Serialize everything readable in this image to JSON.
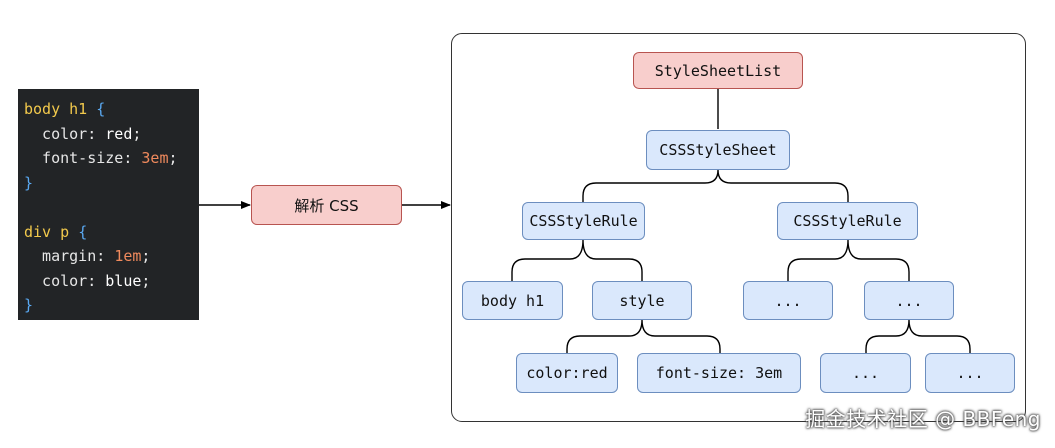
{
  "code": {
    "lines": [
      [
        {
          "t": "body h1 ",
          "c": "sel"
        },
        {
          "t": "{",
          "c": "brace"
        }
      ],
      [
        {
          "t": "  color",
          "c": "prop"
        },
        {
          "t": ": ",
          "c": "punc"
        },
        {
          "t": "red",
          "c": "val"
        },
        {
          "t": ";",
          "c": "punc"
        }
      ],
      [
        {
          "t": "  font-size",
          "c": "prop"
        },
        {
          "t": ": ",
          "c": "punc"
        },
        {
          "t": "3em",
          "c": "num"
        },
        {
          "t": ";",
          "c": "punc"
        }
      ],
      [
        {
          "t": "}",
          "c": "brace"
        }
      ],
      [],
      [
        {
          "t": "div p ",
          "c": "sel"
        },
        {
          "t": "{",
          "c": "brace"
        }
      ],
      [
        {
          "t": "  margin",
          "c": "prop"
        },
        {
          "t": ": ",
          "c": "punc"
        },
        {
          "t": "1em",
          "c": "num"
        },
        {
          "t": ";",
          "c": "punc"
        }
      ],
      [
        {
          "t": "  color",
          "c": "prop"
        },
        {
          "t": ": ",
          "c": "punc"
        },
        {
          "t": "blue",
          "c": "val"
        },
        {
          "t": ";",
          "c": "punc"
        }
      ],
      [
        {
          "t": "}",
          "c": "brace"
        }
      ]
    ]
  },
  "parse": {
    "label": "解析 CSS"
  },
  "tree": {
    "root": "StyleSheetList",
    "sheet": "CSSStyleSheet",
    "rule_left": "CSSStyleRule",
    "rule_right": "CSSStyleRule",
    "selector": "body h1",
    "style": "style",
    "decl_color": "color:red",
    "decl_font_size": "font-size: 3em",
    "ellipsis_1": "...",
    "ellipsis_2": "...",
    "ellipsis_3": "...",
    "ellipsis_4": "..."
  },
  "colors": {
    "red_fill": "#f8cecc",
    "red_stroke": "#b85450",
    "blue_fill": "#dae8fc",
    "blue_stroke": "#6c8ebf",
    "code_bg": "#222426"
  },
  "watermark": {
    "text": "掘金技术社区 @ BBFeng"
  }
}
